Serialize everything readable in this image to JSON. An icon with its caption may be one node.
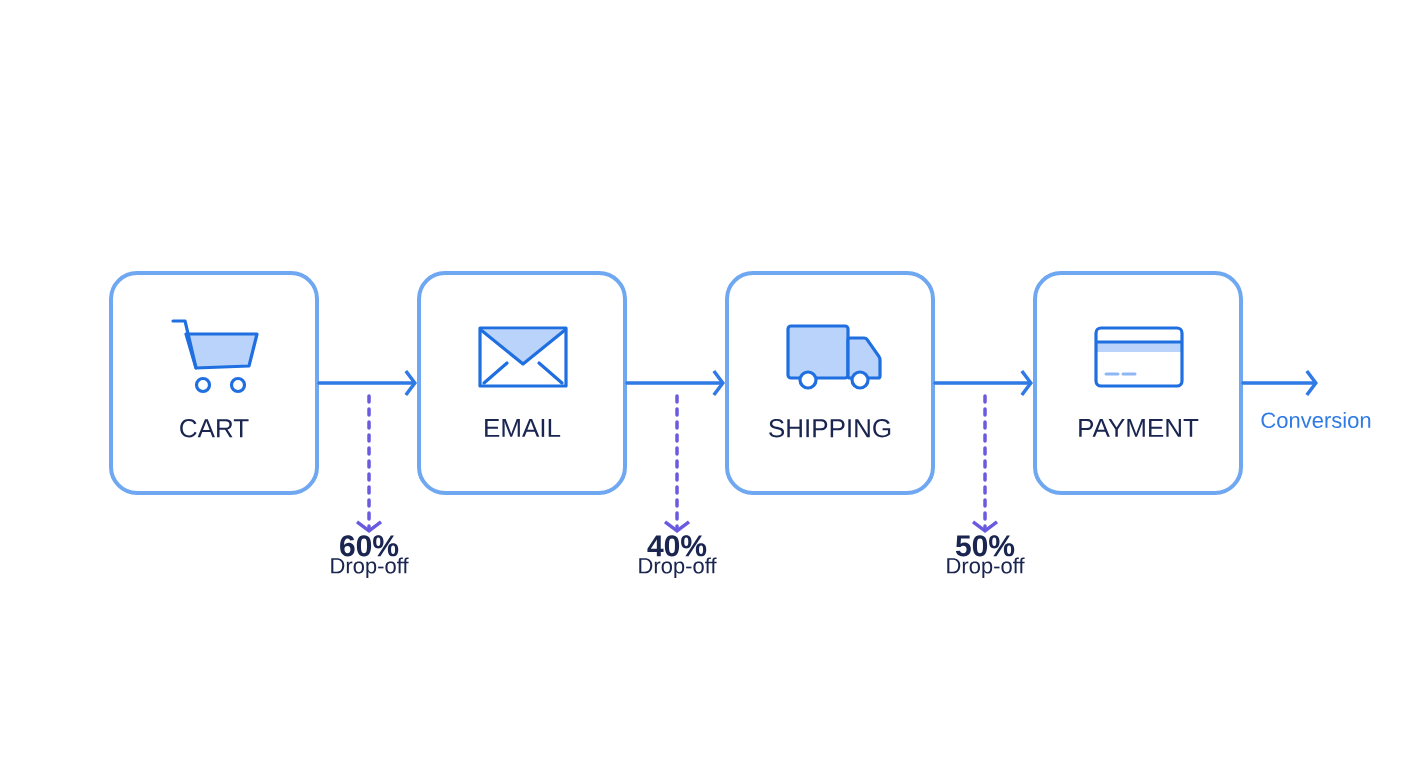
{
  "diagram": {
    "nodes": [
      {
        "text": [
          "CART"
        ]
      },
      {
        "text": [
          "EMAIL"
        ]
      },
      {
        "text": [
          "SHIPPING"
        ]
      },
      {
        "text": [
          "PAYMENT"
        ]
      },
      {
        "text": [
          "60%",
          "Drop-off"
        ]
      },
      {
        "text": [
          "40%",
          "Drop-off"
        ]
      },
      {
        "text": [
          "50%",
          "Drop-off"
        ]
      }
    ],
    "edges": [
      {
        "from": 0,
        "to": 1,
        "arrow": "to"
      },
      {
        "from": 1,
        "to": 2,
        "arrow": "to"
      },
      {
        "from": 2,
        "to": 3,
        "arrow": "to"
      },
      {
        "from": 3,
        "to": null,
        "arrow": "to",
        "label": "Conversion"
      },
      {
        "from": null,
        "to": 4,
        "arrow": "to",
        "style": "dashed",
        "color": "#6a5ae0"
      },
      {
        "from": null,
        "to": 5,
        "arrow": "to",
        "style": "dashed",
        "color": "#6a5ae0"
      },
      {
        "from": null,
        "to": 6,
        "arrow": "to",
        "style": "dashed",
        "color": "#6a5ae0"
      }
    ]
  }
}
